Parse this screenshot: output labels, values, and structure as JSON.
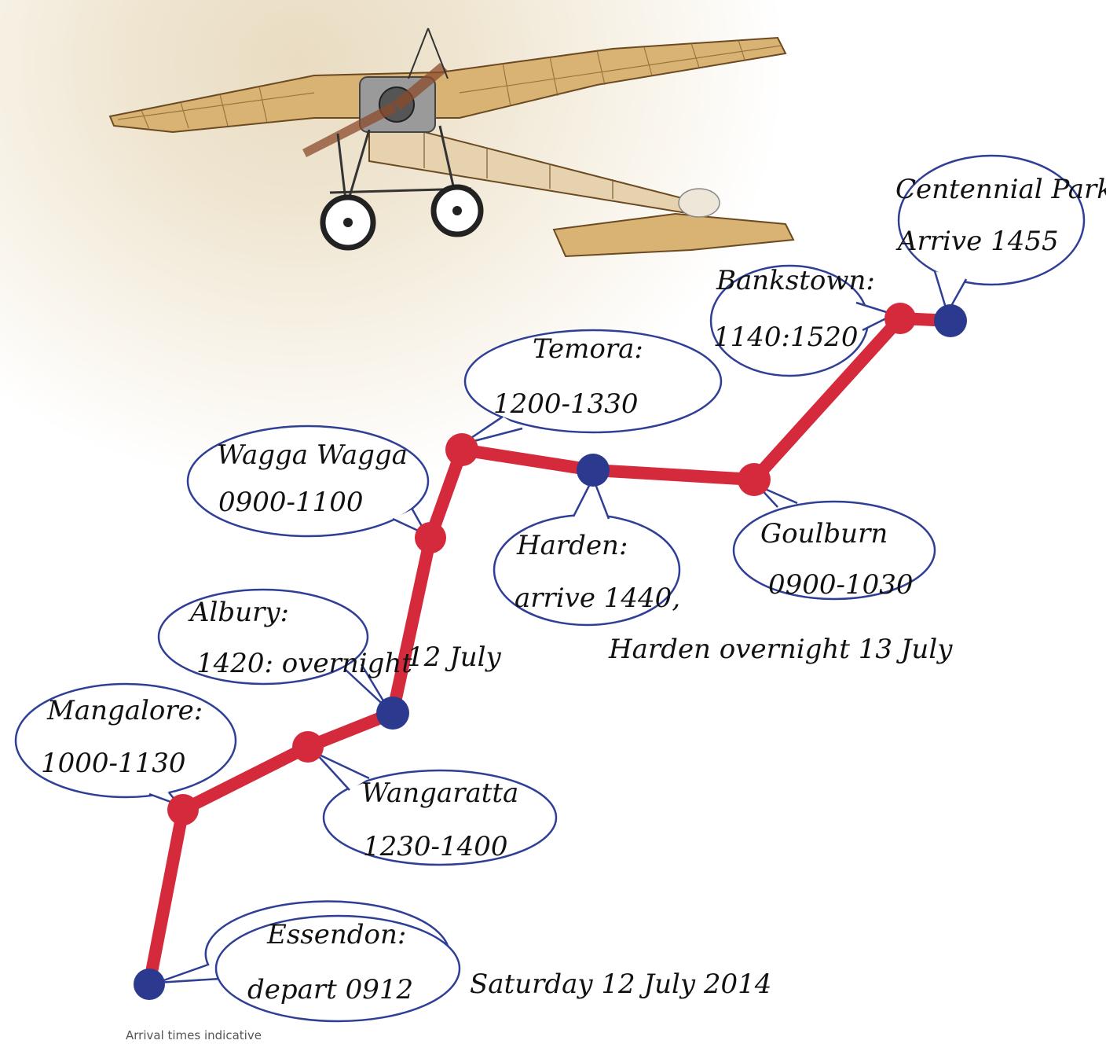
{
  "stops": [
    {
      "id": "essendon",
      "name": "Essendon:",
      "time": "depart 0912",
      "dot": "blue"
    },
    {
      "id": "mangalore",
      "name": "Mangalore:",
      "time": "1000-1130",
      "dot": "red"
    },
    {
      "id": "wangaratta",
      "name": "Wangaratta",
      "time": "1230-1400",
      "dot": "red"
    },
    {
      "id": "albury",
      "name": "Albury:",
      "time": "1420: overnight",
      "dot": "blue"
    },
    {
      "id": "wagga",
      "name": "Wagga Wagga",
      "time": "0900-1100",
      "dot": "red"
    },
    {
      "id": "temora",
      "name": "Temora:",
      "time": "1200-1330",
      "dot": "red"
    },
    {
      "id": "harden",
      "name": "Harden:",
      "time": "arrive 1440,",
      "dot": "blue"
    },
    {
      "id": "goulburn",
      "name": "Goulburn",
      "time": "0900-1030",
      "dot": "red"
    },
    {
      "id": "bankstown",
      "name": "Bankstown:",
      "time": "1140:1520",
      "dot": "red"
    },
    {
      "id": "centennial",
      "name": "Centennial Park",
      "time": "Arrive 1455",
      "dot": "blue"
    }
  ],
  "notes": {
    "albury_date": "12 July",
    "harden_overnight": "Harden overnight 13 July",
    "start_date": "Saturday 12 July 2014",
    "footnote": "Arrival times indicative"
  },
  "colors": {
    "route": "#d42a3c",
    "red_stop": "#d42a3c",
    "blue_stop": "#2b3a8f",
    "bubble_stroke": "#2f3f96"
  }
}
